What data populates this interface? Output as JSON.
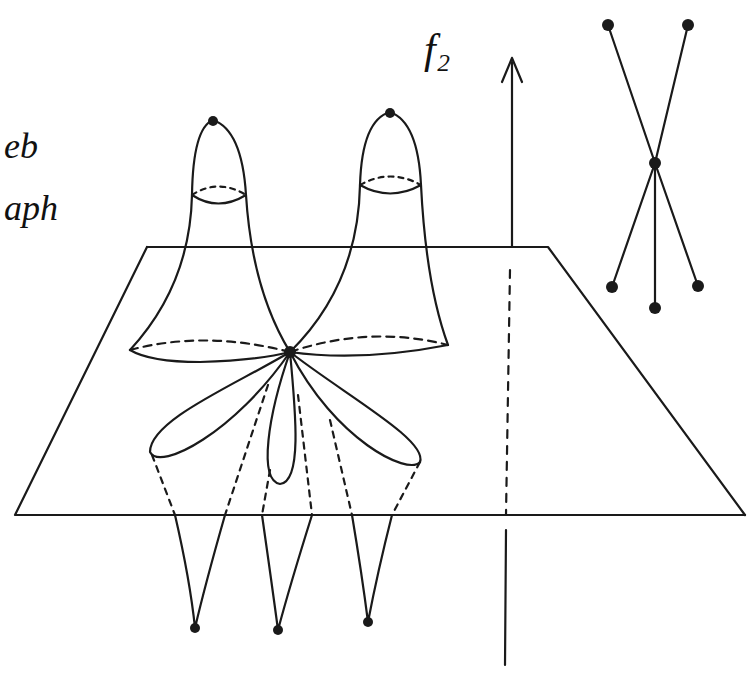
{
  "diagram": {
    "labels": [
      "eb",
      "aph",
      "f₂"
    ]
  }
}
